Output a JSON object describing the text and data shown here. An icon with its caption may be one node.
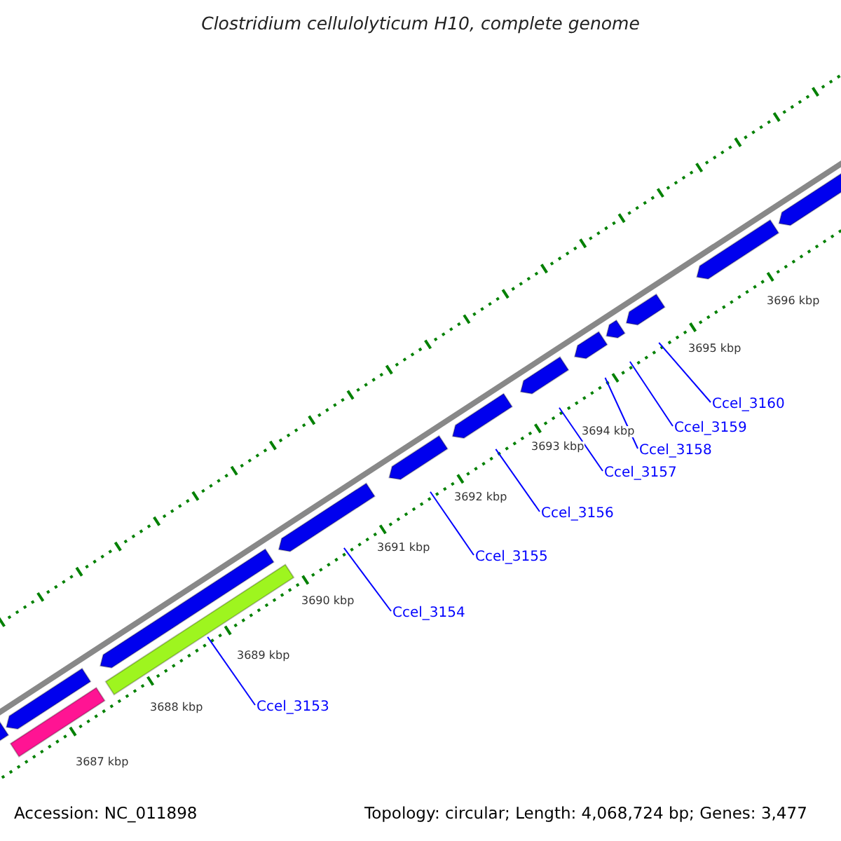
{
  "diagram": {
    "title": "Clostridium cellulolyticum H10, complete genome",
    "nodes": [
      {
        "text": [
          "Ccel_3153"
        ]
      },
      {
        "text": [
          "Ccel_3154"
        ]
      },
      {
        "text": [
          "Ccel_3155"
        ]
      },
      {
        "text": [
          "Ccel_3156"
        ]
      },
      {
        "text": [
          "Ccel_3157"
        ]
      },
      {
        "text": [
          "Ccel_3158"
        ]
      },
      {
        "text": [
          "Ccel_3159"
        ]
      },
      {
        "text": [
          "Ccel_3160"
        ]
      }
    ],
    "edges": [
      {
        "from": 0,
        "to": null,
        "arrow": "none"
      },
      {
        "from": 1,
        "to": null,
        "arrow": "none"
      },
      {
        "from": 2,
        "to": null,
        "arrow": "none"
      },
      {
        "from": 3,
        "to": null,
        "arrow": "none"
      },
      {
        "from": 4,
        "to": null,
        "arrow": "none"
      },
      {
        "from": 5,
        "to": null,
        "arrow": "none"
      },
      {
        "from": 6,
        "to": null,
        "arrow": "none"
      },
      {
        "from": 7,
        "to": null,
        "arrow": "none"
      }
    ],
    "labels": [
      "3696 kbp",
      "3695 kbp",
      "3694 kbp",
      "3693 kbp",
      "3692 kbp",
      "3691 kbp",
      "3690 kbp",
      "3689 kbp",
      "3688 kbp",
      "3687 kbp",
      "Accession: NC_011898",
      "Topology: circular; Length: 4,068,724 bp; Genes: 3,477"
    ]
  }
}
